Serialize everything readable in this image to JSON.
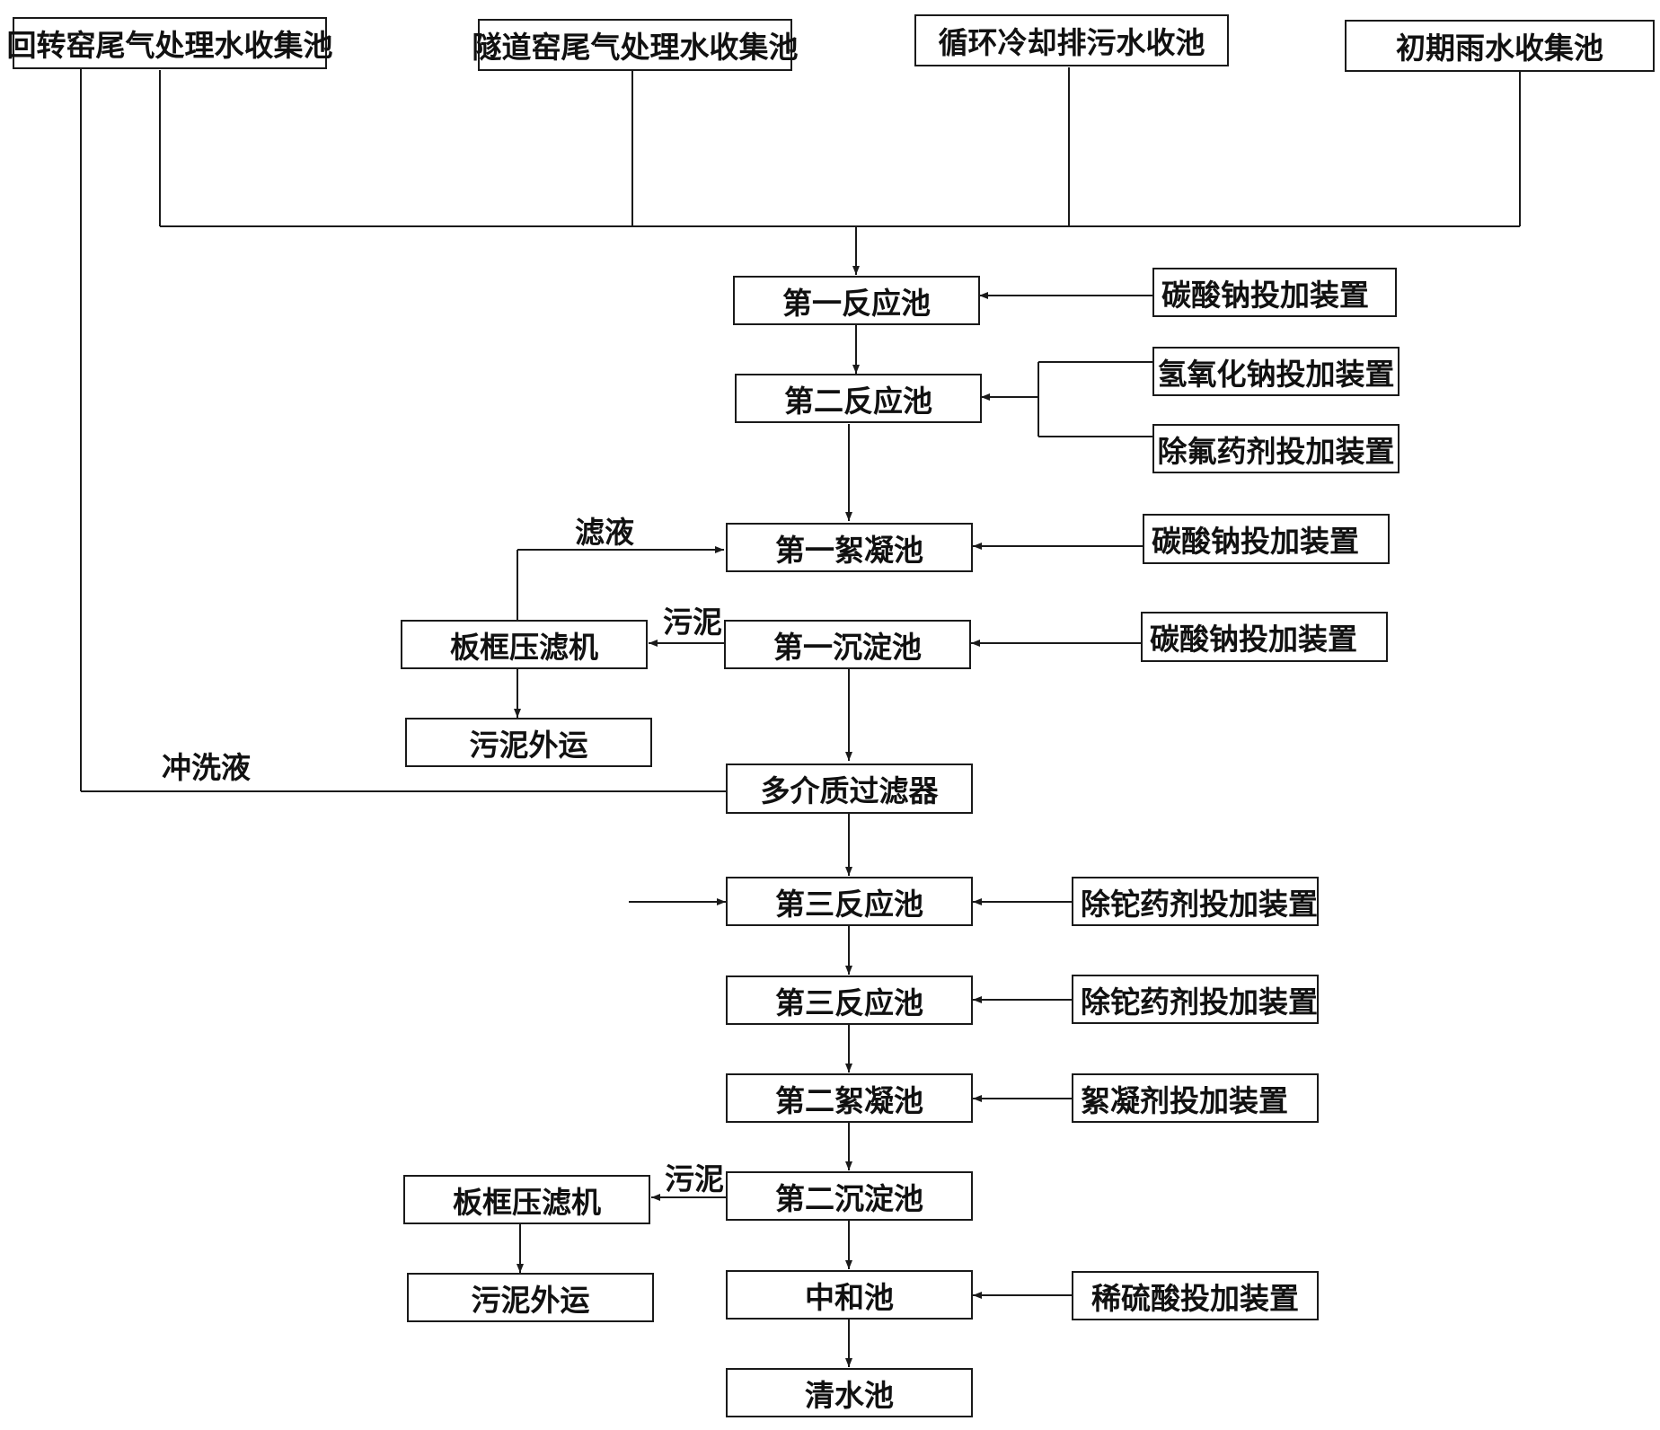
{
  "sources": {
    "rotary_kiln": "回转窑尾气处理水收集池",
    "tunnel_kiln": "隧道窑尾气处理水收集池",
    "cooling": "循环冷却排污水收池",
    "rain": "初期雨水收集池"
  },
  "process": {
    "reaction1": "第一反应池",
    "reaction2": "第二反应池",
    "floc1": "第一絮凝池",
    "settle1": "第一沉淀池",
    "mmf": "多介质过滤器",
    "reaction3a": "第三反应池",
    "reaction3b": "第三反应池",
    "floc2": "第二絮凝池",
    "settle2": "第二沉淀池",
    "neutral": "中和池",
    "clear": "清水池"
  },
  "dosing": {
    "d1": "碳酸钠投加装置",
    "d2a": "氢氧化钠投加装置",
    "d2b": "除氟药剂投加装置",
    "d3": "碳酸钠投加装置",
    "d4": "碳酸钠投加装置",
    "d5": "除铊药剂投加装置",
    "d6": "除铊药剂投加装置",
    "d7": "絮凝剂投加装置",
    "d8": "稀硫酸投加装置"
  },
  "sludge": {
    "press1": "板框压滤机",
    "out1": "污泥外运",
    "press2": "板框压滤机",
    "out2": "污泥外运"
  },
  "labels": {
    "filtrate": "滤液",
    "sludge1": "污泥",
    "sludge2": "污泥",
    "backwash": "冲洗液"
  }
}
